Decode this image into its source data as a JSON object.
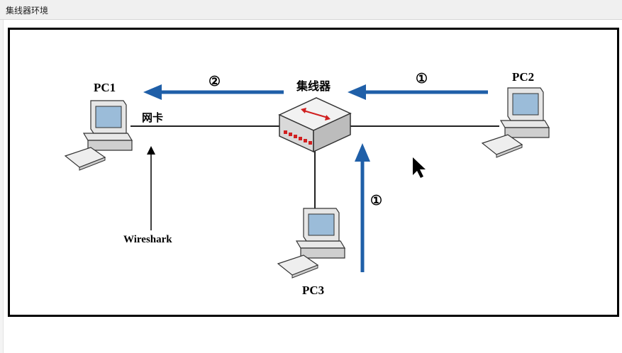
{
  "window": {
    "title": "集线器环境"
  },
  "diagram": {
    "hub_label": "集线器",
    "nodes": {
      "pc1": "PC1",
      "pc2": "PC2",
      "pc3": "PC3"
    },
    "nic_label": "网卡",
    "wireshark_label": "Wireshark",
    "step_labels": {
      "hub_to_pc1": "②",
      "pc2_to_hub": "①",
      "pc3_to_hub": "①"
    },
    "arrow_color": "#1f5fa8"
  }
}
